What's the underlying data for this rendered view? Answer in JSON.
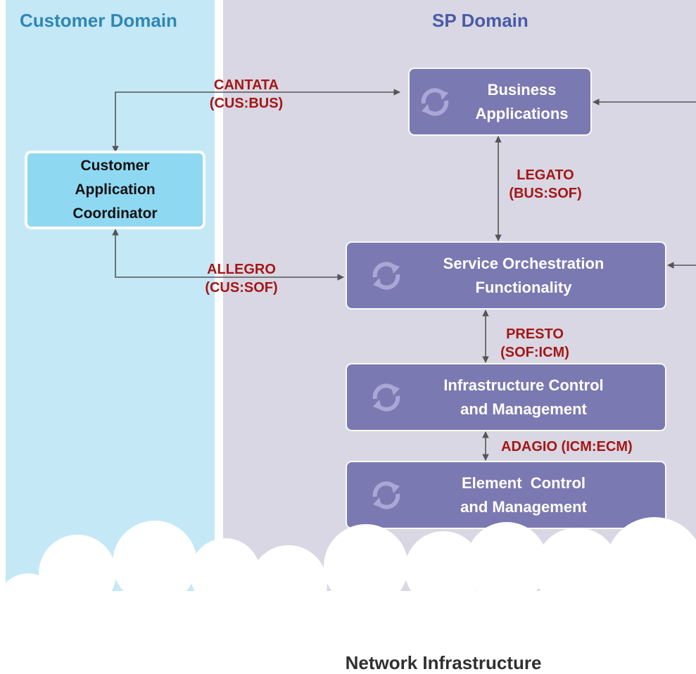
{
  "domains": {
    "customer": {
      "title": "Customer Domain"
    },
    "sp": {
      "title": "SP Domain"
    }
  },
  "boxes": {
    "business": {
      "lines": [
        "Business",
        "Applications"
      ]
    },
    "cac": {
      "lines": [
        "Customer",
        "Application",
        "Coordinator"
      ]
    },
    "sof": {
      "lines": [
        "Service Orchestration",
        "Functionality"
      ]
    },
    "icm": {
      "lines": [
        "Infrastructure Control",
        "and Management"
      ]
    },
    "ecm": {
      "lines": [
        "Element  Control",
        "and Management"
      ]
    }
  },
  "interfaces": {
    "cantata": {
      "name": "CANTATA",
      "ref": "(CUS:BUS)"
    },
    "legato": {
      "name": "LEGATO",
      "ref": "(BUS:SOF)"
    },
    "allegro": {
      "name": "ALLEGRO",
      "ref": "(CUS:SOF)"
    },
    "presto": {
      "name": "PRESTO",
      "ref": "(SOF:ICM)"
    },
    "adagio": {
      "label": "ADAGIO (ICM:ECM)"
    }
  },
  "network": {
    "label": "Network Infrastructure"
  },
  "colors": {
    "customer_bg": "#c4e8f6",
    "sp_bg": "#d8d7e3",
    "customer_title": "#2f86b4",
    "sp_title": "#4a5aa8",
    "box_fill": "#7b79b1",
    "cust_box_fill": "#8fd8f2",
    "interface_text": "#a51616",
    "connector": "#555555",
    "icon": "#a9a7d6"
  },
  "icons": {
    "function_box": "cycle-arrows-icon"
  }
}
